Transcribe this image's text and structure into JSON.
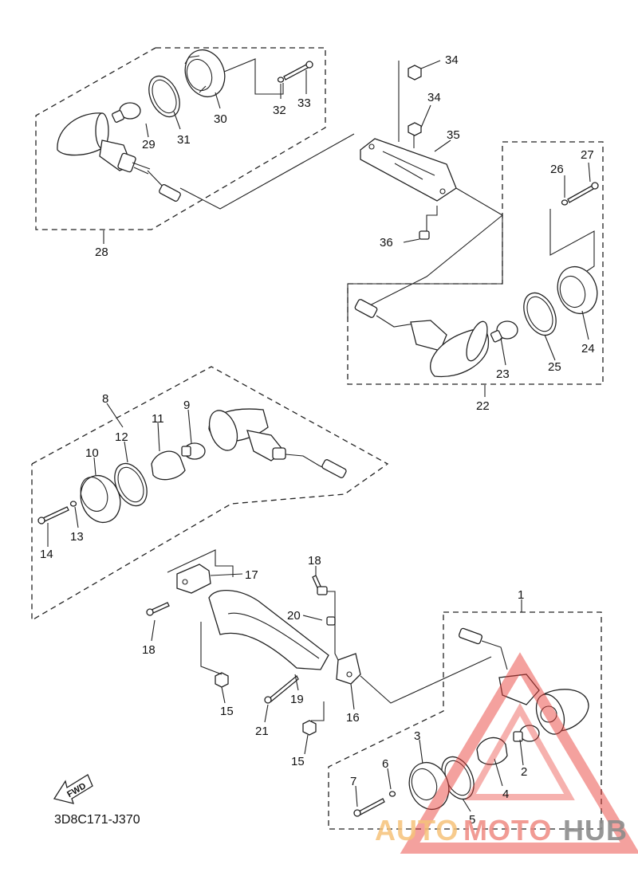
{
  "diagram": {
    "code": "3D8C171-J370",
    "fwd_label": "FWD",
    "parts": [
      "1",
      "2",
      "3",
      "4",
      "5",
      "6",
      "7",
      "8",
      "9",
      "10",
      "11",
      "12",
      "13",
      "14",
      "15",
      "15",
      "16",
      "17",
      "18",
      "18",
      "19",
      "20",
      "21",
      "22",
      "23",
      "24",
      "25",
      "26",
      "27",
      "28",
      "29",
      "30",
      "31",
      "32",
      "33",
      "34",
      "34",
      "35",
      "36"
    ]
  },
  "watermark": {
    "text_a": "AUTO",
    "text_b": "MOTO",
    "text_c": "HUB",
    "colors": {
      "a": "#f6c27a",
      "b": "#ef8a82",
      "c": "#8c8c8c",
      "triangle": "#e8403a"
    }
  }
}
